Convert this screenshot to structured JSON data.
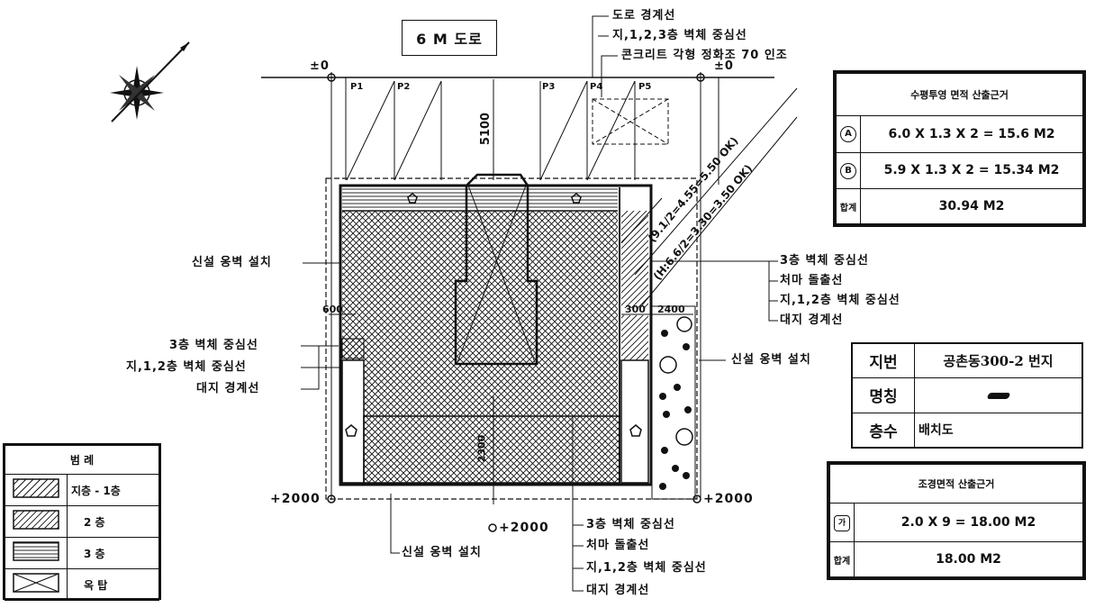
{
  "road": {
    "title": "6 M 도로"
  },
  "markers": {
    "zero_left": "±0",
    "zero_right": "±0",
    "plus_bl": "+2000",
    "plus_br": "+2000",
    "plus_bottom": "+2000"
  },
  "poles": [
    "P1",
    "P2",
    "P3",
    "P4",
    "P5"
  ],
  "dims": {
    "d5100": "5100",
    "d600": "600",
    "d300": "300",
    "d2400": "2400",
    "d2300": "2300",
    "diag1": "(9.1/2=4.55=5.50 OK)",
    "diag2": "(H:6.6/2=3.30=3.50 OK)"
  },
  "top_notes": [
    "도로 경계선",
    "지,1,2,3층 벽체 중심선",
    "콘크리트 각형 정화조 70 인조"
  ],
  "left_note": "신설 옹벽 설치",
  "left_mid_notes": [
    "3층 벽체 중심선",
    "지,1,2층 벽체 중심선",
    "대지 경계선"
  ],
  "right_notes": [
    "3층 벽체 중심선",
    "처마 돌출선",
    "지,1,2층 벽체 중심선",
    "대지 경계선"
  ],
  "right_wall_note": "신설 옹벽 설치",
  "bottom_left_note": "신설 옹벽 설치",
  "bottom_notes": [
    "3층 벽체 중심선",
    "처마 돌출선",
    "지,1,2층 벽체 중심선",
    "대지 경계선"
  ],
  "area_table": {
    "title": "수평투영 면적 산출근거",
    "rows": [
      {
        "mark": "A",
        "formula": "6.0 X 1.3 X 2 = 15.6 M2"
      },
      {
        "mark": "B",
        "formula": "5.9 X 1.3 X 2 = 15.34 M2"
      }
    ],
    "total_label": "합계",
    "total": "30.94 M2"
  },
  "info_table": {
    "rows": [
      {
        "label": "지번",
        "value": "공촌동300-2 번지"
      },
      {
        "label": "명칭",
        "value": ""
      },
      {
        "label": "층수",
        "value": "배치도"
      }
    ]
  },
  "landscape_table": {
    "title": "조경면적 산출근거",
    "mark": "가",
    "formula": "2.0 X 9 = 18.00 M2",
    "total_label": "합계",
    "total": "18.00 M2"
  },
  "legend": {
    "title": "범    례",
    "items": [
      {
        "label": "지층 - 1층"
      },
      {
        "label": "2    층"
      },
      {
        "label": "3    층"
      },
      {
        "label": "옥    탑"
      }
    ]
  },
  "colors": {
    "ink": "#111111",
    "paper": "#ffffff"
  }
}
